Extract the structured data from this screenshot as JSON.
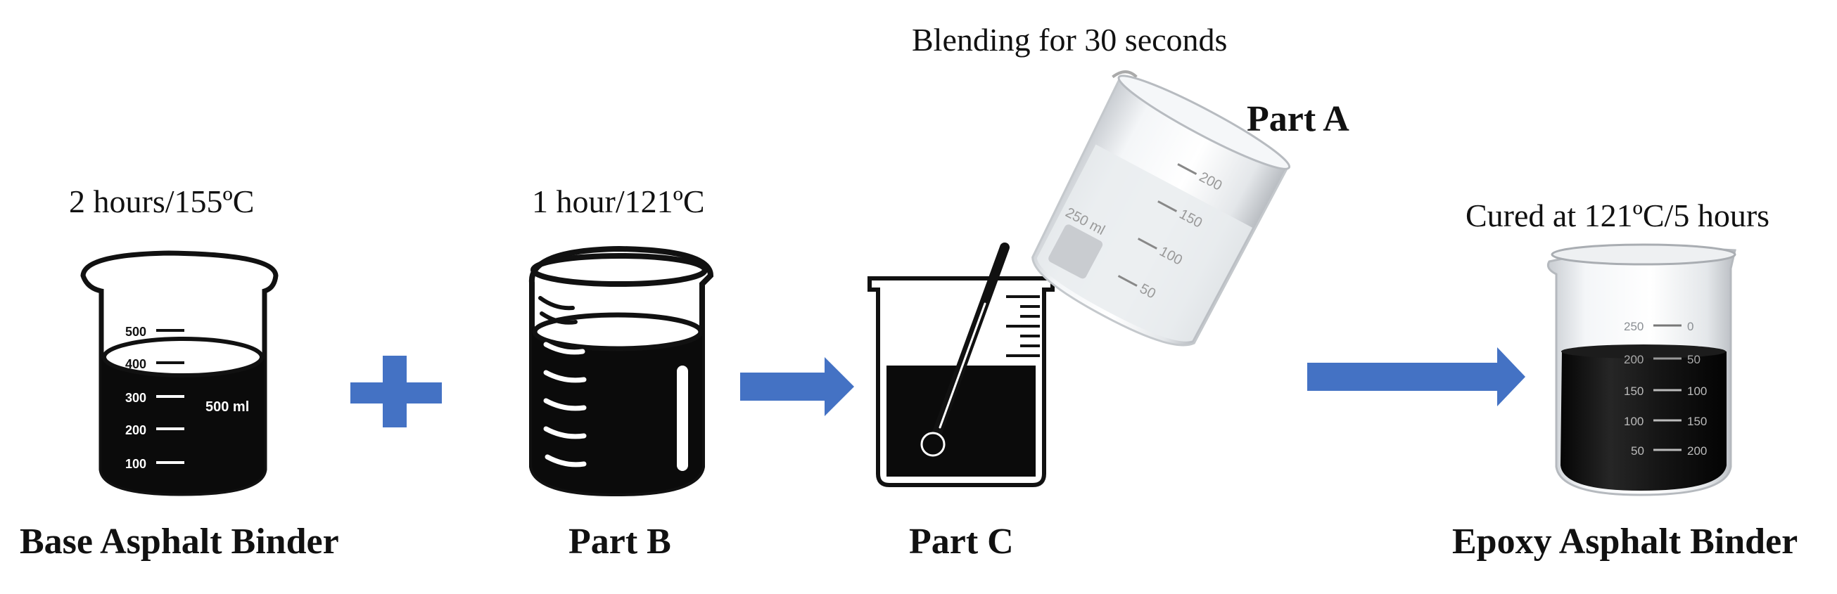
{
  "steps": {
    "base": {
      "condition": "2 hours/155ºC",
      "label": "Base Asphalt Binder",
      "volume_label": "500 ml",
      "ticks": [
        "500",
        "400",
        "300",
        "200",
        "100"
      ]
    },
    "part_b": {
      "condition": "1 hour/121ºC",
      "label": "Part B"
    },
    "part_c": {
      "label": "Part C"
    },
    "part_a": {
      "label": "Part A",
      "process": "Blending for 30 seconds",
      "ticks": [
        "200",
        "150",
        "100",
        "50",
        "250 ml"
      ]
    },
    "final": {
      "condition": "Cured at 121ºC/5 hours",
      "label": "Epoxy Asphalt Binder",
      "ticks_left": [
        "250",
        "200",
        "150",
        "100",
        "50"
      ],
      "ticks_right": [
        "0",
        "50",
        "100",
        "150",
        "200"
      ]
    }
  },
  "colors": {
    "arrow": "#4472C4",
    "plus": "#4472C4",
    "asphalt": "#0a0a0a",
    "text": "#111111"
  }
}
